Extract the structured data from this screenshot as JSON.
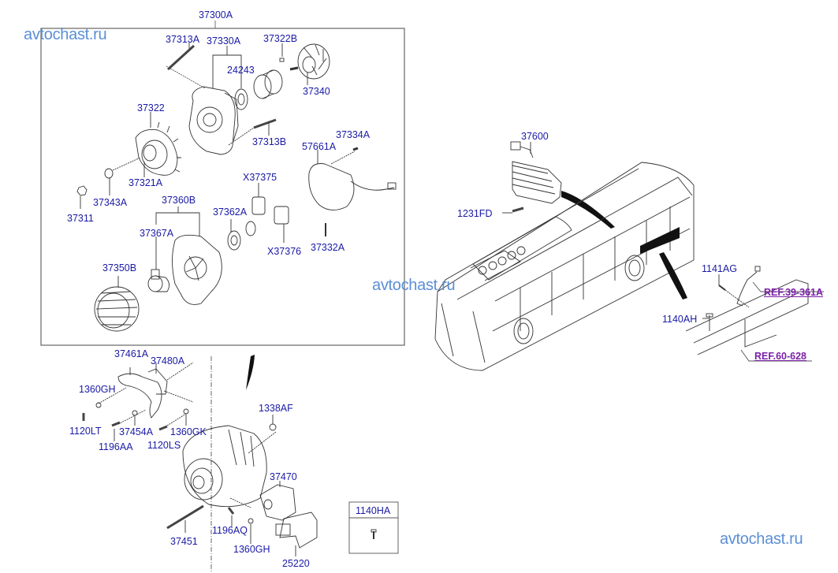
{
  "watermarks": [
    "avtochast.ru",
    "avtochast.ru",
    "avtochast.ru"
  ],
  "assembly": {
    "label": "37300A"
  },
  "parts": {
    "p37313A": "37313A",
    "p37330A": "37330A",
    "p37322B": "37322B",
    "p24243": "24243",
    "p37340": "37340",
    "p37322": "37322",
    "p37313B": "37313B",
    "p37334A": "37334A",
    "p57661A": "57661A",
    "p37321A": "37321A",
    "p37343A": "37343A",
    "p37311": "37311",
    "p37360B": "37360B",
    "pX37375": "X37375",
    "p37362A": "37362A",
    "p37367A": "37367A",
    "pX37376": "X37376",
    "p37332A": "37332A",
    "p37350B": "37350B",
    "p37461A": "37461A",
    "p37480A": "37480A",
    "p1360GH_a": "1360GH",
    "p1120LT": "1120LT",
    "p37454A": "37454A",
    "p1196AA": "1196AA",
    "p1120LS": "1120LS",
    "p1360GK": "1360GK",
    "p1338AF": "1338AF",
    "p37470": "37470",
    "p37451": "37451",
    "p1196AQ": "1196AQ",
    "p1360GH_b": "1360GH",
    "p25220": "25220",
    "p37600": "37600",
    "p1231FD": "1231FD",
    "p1141AG": "1141AG",
    "p1140AH": "1140AH"
  },
  "references": {
    "ref39": "REF.39-361A",
    "ref60": "REF.60-628"
  },
  "legend_box": {
    "label": "1140HA"
  }
}
